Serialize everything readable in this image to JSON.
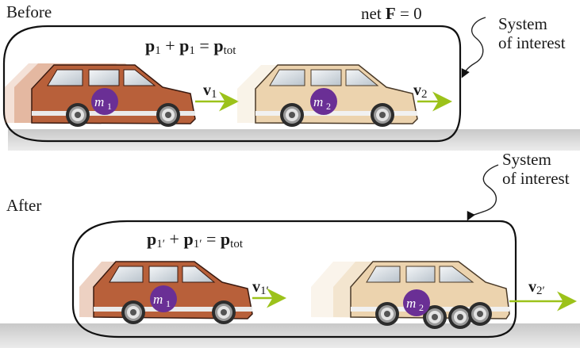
{
  "panels": {
    "before": {
      "title": "Before",
      "condition": "net F = 0",
      "condition_parts": {
        "prefix": "net ",
        "bold": "F",
        "suffix": " = 0"
      },
      "equation": {
        "term1": "p",
        "sub1": "1",
        "plus": " + ",
        "term2": "p",
        "sub2": "1",
        "equals": " = ",
        "total": "p",
        "total_sub": "tot"
      },
      "callout": {
        "line1": "System",
        "line2": "of interest"
      },
      "car1": {
        "mass": "m",
        "mass_sub": "1",
        "velocity": "v",
        "velocity_sub": "1",
        "color": "#b8603a"
      },
      "car2": {
        "mass": "m",
        "mass_sub": "2",
        "velocity": "v",
        "velocity_sub": "2",
        "color": "#ecd3ae"
      }
    },
    "after": {
      "title": "After",
      "equation": {
        "term1": "p",
        "sub1": "1′",
        "plus": " + ",
        "term2": "p",
        "sub2": "1′",
        "equals": " = ",
        "total": "p",
        "total_sub": "tot"
      },
      "callout": {
        "line1": "System",
        "line2": "of interest"
      },
      "car1": {
        "mass": "m",
        "mass_sub": "1",
        "velocity": "v",
        "velocity_sub": "1′",
        "color": "#b8603a"
      },
      "car2": {
        "mass": "m",
        "mass_sub": "2",
        "velocity": "v",
        "velocity_sub": "2′",
        "color": "#ecd3ae"
      }
    }
  },
  "colors": {
    "mass_badge": "#6a2f95",
    "velocity_arrow": "#9cc21a",
    "road": "#d4d4d4",
    "outline": "#111111"
  }
}
